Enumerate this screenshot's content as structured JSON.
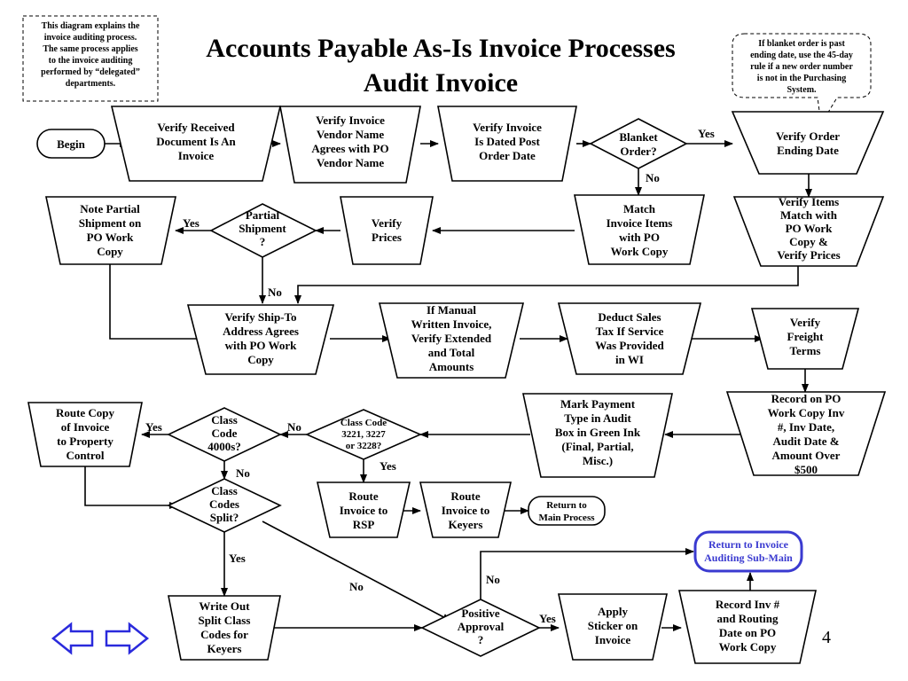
{
  "title": {
    "line1": "Accounts Payable As-Is Invoice Processes",
    "line2": "Audit Invoice"
  },
  "notes": {
    "left": [
      "This diagram explains the",
      "invoice auditing process.",
      "The same process applies",
      "to the invoice auditing",
      "performed by “delegated”",
      "departments."
    ],
    "right": [
      "If blanket order is past",
      "ending date, use the 45-day",
      "rule if a new order number",
      "is not in the Purchasing",
      "System."
    ]
  },
  "nodes": {
    "begin": [
      "Begin"
    ],
    "verify_received": [
      "Verify Received",
      "Document Is An",
      "Invoice"
    ],
    "verify_vendor": [
      "Verify Invoice",
      "Vendor Name",
      "Agrees with PO",
      "Vendor Name"
    ],
    "verify_dated": [
      "Verify Invoice",
      "Is Dated Post",
      "Order Date"
    ],
    "blanket_order": [
      "Blanket",
      "Order?"
    ],
    "verify_order_ending": [
      "Verify Order",
      "Ending Date"
    ],
    "verify_items_match": [
      "Verify Items",
      "Match with",
      "PO Work",
      "Copy &",
      "Verify Prices"
    ],
    "match_invoice_items": [
      "Match",
      "Invoice Items",
      "with PO",
      "Work Copy"
    ],
    "verify_prices": [
      "Verify",
      "Prices"
    ],
    "partial_shipment": [
      "Partial",
      "Shipment",
      "?"
    ],
    "note_partial": [
      "Note Partial",
      "Shipment on",
      "PO Work",
      "Copy"
    ],
    "verify_ship_to": [
      "Verify Ship-To",
      "Address Agrees",
      "with PO Work",
      "Copy"
    ],
    "manual_written": [
      "If Manual",
      "Written Invoice,",
      "Verify Extended",
      "and Total",
      "Amounts"
    ],
    "deduct_sales_tax": [
      "Deduct Sales",
      "Tax If Service",
      "Was Provided",
      "in WI"
    ],
    "verify_freight": [
      "Verify",
      "Freight",
      "Terms"
    ],
    "record_on_po": [
      "Record on PO",
      "Work Copy Inv",
      "#, Inv Date,",
      "Audit Date &",
      "Amount Over",
      "$500"
    ],
    "mark_payment": [
      "Mark Payment",
      "Type in Audit",
      "Box in Green Ink",
      "(Final, Partial,",
      "Misc.)"
    ],
    "class_code_3221": [
      "Class Code",
      "3221, 3227",
      "or 3228?"
    ],
    "class_code_4000": [
      "Class",
      "Code",
      "4000s?"
    ],
    "route_copy": [
      "Route Copy",
      "of Invoice",
      "to Property",
      "Control"
    ],
    "class_codes_split": [
      "Class",
      "Codes",
      "Split?"
    ],
    "route_rsp": [
      "Route",
      "Invoice to",
      "RSP"
    ],
    "route_keyers": [
      "Route",
      "Invoice to",
      "Keyers"
    ],
    "return_main": [
      "Return to",
      "Main Process"
    ],
    "write_out_split": [
      "Write Out",
      "Split Class",
      "Codes for",
      "Keyers"
    ],
    "positive_approval": [
      "Positive",
      "Approval",
      "?"
    ],
    "apply_sticker": [
      "Apply",
      "Sticker on",
      "Invoice"
    ],
    "record_inv": [
      "Record Inv #",
      "and Routing",
      "Date on PO",
      "Work Copy"
    ],
    "return_sub_main": [
      "Return to Invoice",
      "Auditing Sub-Main"
    ]
  },
  "flow_labels": {
    "blanket_yes": "Yes",
    "blanket_no": "No",
    "partial_yes": "Yes",
    "partial_no": "No",
    "cc3221_no": "No",
    "cc3221_yes": "Yes",
    "cc4000_yes": "Yes",
    "cc4000_no": "No",
    "split_yes": "Yes",
    "split_no": "No",
    "approval_no": "No",
    "approval_yes": "Yes"
  },
  "page_number": "4",
  "colors": {
    "link": "#3a3ad0",
    "nav": "#2a2adc"
  }
}
